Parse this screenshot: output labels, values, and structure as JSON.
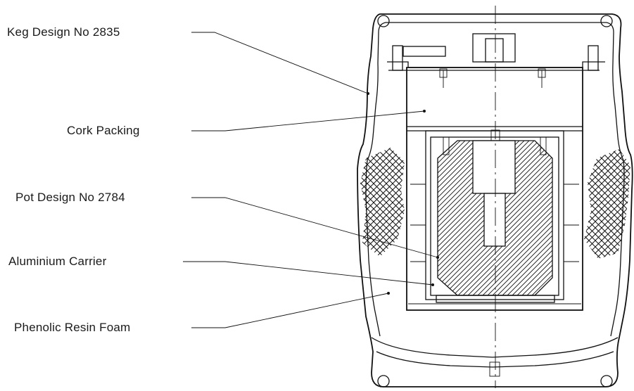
{
  "labels": {
    "keg": "Keg Design No 2835",
    "cork": "Cork Packing",
    "pot": "Pot Design No 2784",
    "carrier": "Aluminium Carrier",
    "foam": "Phenolic Resin Foam"
  }
}
